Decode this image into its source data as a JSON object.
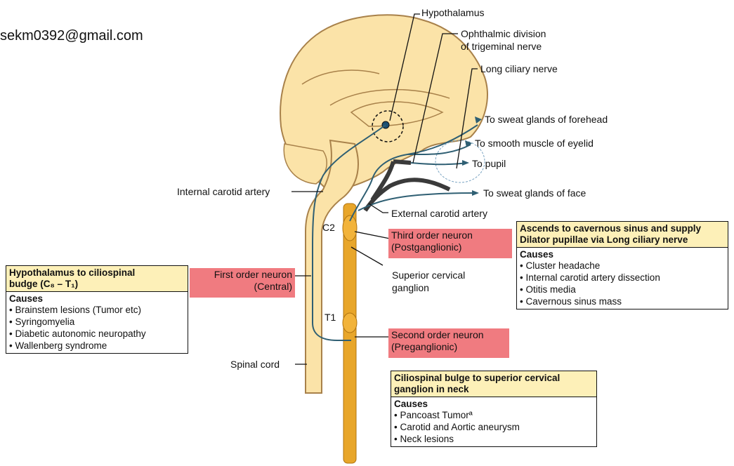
{
  "watermark": "sekm0392@gmail.com",
  "labels": {
    "hypothalamus": "Hypothalamus",
    "ophthalmic_1": "Ophthalmic division",
    "ophthalmic_2": "of trigeminal nerve",
    "long_ciliary": "Long ciliary nerve",
    "sweat_forehead": "To sweat glands of forehead",
    "smooth_muscle": "To smooth muscle of eyelid",
    "pupil": "To pupil",
    "sweat_face": "To sweat glands of face",
    "internal_carotid": "Internal carotid artery",
    "external_carotid": "External carotid artery",
    "c2": "C2",
    "t1": "T1",
    "superior_cervical_1": "Superior cervical",
    "superior_cervical_2": "ganglion",
    "spinal_cord": "Spinal cord"
  },
  "neurons": {
    "first_1": "First order neuron",
    "first_2": "(Central)",
    "second_1": "Second order neuron",
    "second_2": "(Preganglionic)",
    "third_1": "Third order neuron",
    "third_2": "(Postganglionic)"
  },
  "boxes": {
    "first": {
      "head_1": "Hypothalamus to ciliospinal",
      "head_2": "budge (C₈ – T₁)",
      "causes_title": "Causes",
      "causes": [
        "Brainstem lesions (Tumor etc)",
        "Syringomyelia",
        "Diabetic autonomic neuropathy",
        "Wallenberg syndrome"
      ]
    },
    "third": {
      "head_1": "Ascends to cavernous sinus and supply",
      "head_2": "Dilator pupillae via Long ciliary nerve",
      "causes_title": "Causes",
      "causes": [
        "Cluster headache",
        "Internal carotid artery dissection",
        "Otitis media",
        "Cavernous sinus mass"
      ]
    },
    "second": {
      "head_1": "Ciliospinal bulge to superior cervical",
      "head_2": "ganglion in neck",
      "causes_title": "Causes",
      "causes": [
        "Pancoast Tumorª",
        "Carotid and Aortic aneurysm",
        "Neck lesions"
      ]
    }
  },
  "colors": {
    "brain": "#fbe3a8",
    "brain_stroke": "#a8814a",
    "nerve": "#2f5f73",
    "ganglion": "#e8a62a",
    "red": "#f07b80"
  }
}
